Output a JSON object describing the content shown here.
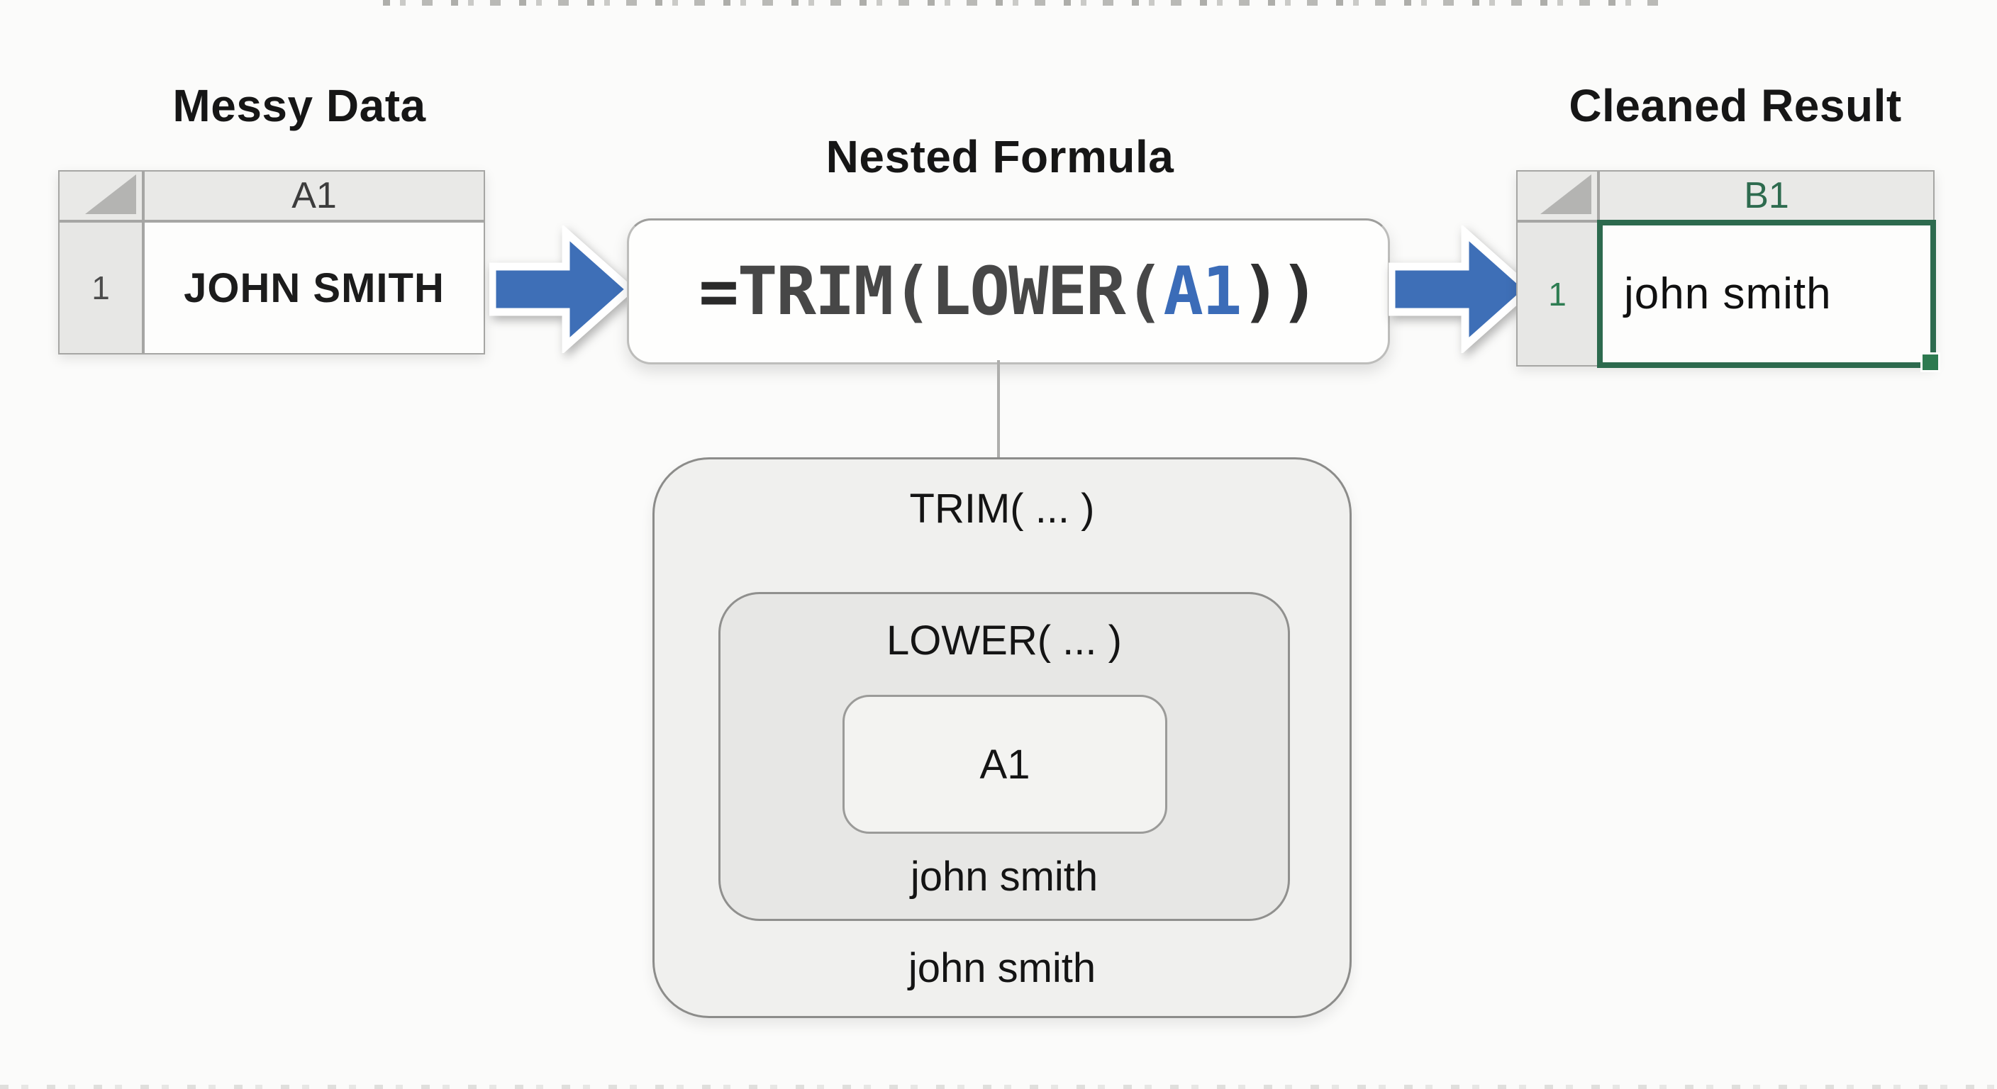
{
  "page": {
    "background_color": "#fbfbfa"
  },
  "sections": {
    "messy": {
      "title": "Messy Data",
      "table": {
        "column_header": "A1",
        "row_number": "1",
        "cell_value": "JOHN SMITH"
      }
    },
    "formula": {
      "title": "Nested Formula",
      "equals": "=",
      "body": "TRIM(LOWER(",
      "cell_ref": "A1",
      "closing": "))"
    },
    "cleaned": {
      "title": "Cleaned Result",
      "table": {
        "column_header": "B1",
        "row_number": "1",
        "cell_value": "john smith"
      }
    }
  },
  "nested_diagram": {
    "outer_function_label": "TRIM( ... )",
    "middle_function_label": "LOWER( ... )",
    "inner_cell_ref": "A1",
    "middle_result": "john smith",
    "outer_result": "john smith"
  },
  "colors": {
    "arrow_blue": "#3e6fb7",
    "excel_green": "#2e6b4f",
    "cell_ref_blue": "#3b6cb8",
    "formula_text_gray": "#474747"
  }
}
